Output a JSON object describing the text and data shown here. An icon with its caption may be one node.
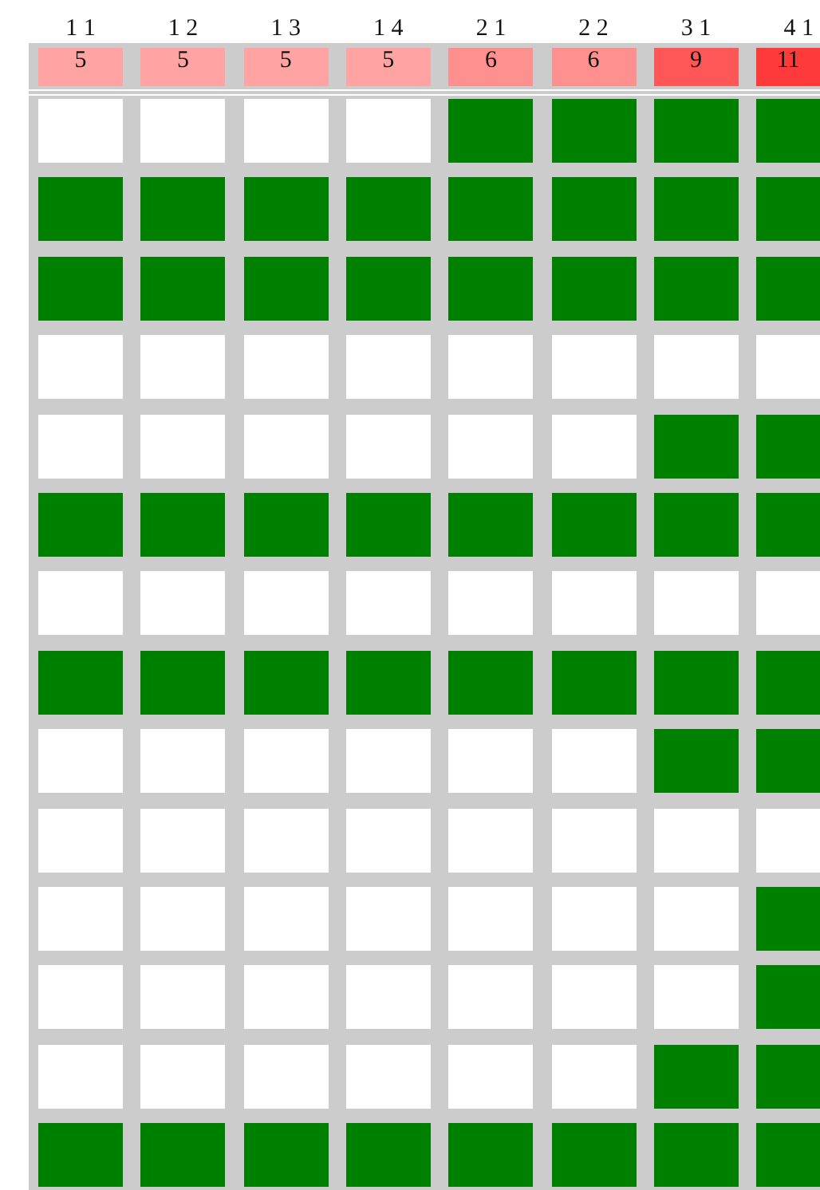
{
  "diagram": {
    "nodes": [
      {
        "text": [
          "5"
        ],
        "beside": [
          "1 1"
        ]
      },
      {
        "text": [
          "5"
        ],
        "beside": [
          "1 2"
        ]
      },
      {
        "text": [
          "5"
        ],
        "beside": [
          "1 3"
        ]
      },
      {
        "text": [
          "5"
        ],
        "beside": [
          "1 4"
        ]
      },
      {
        "text": [
          "6"
        ],
        "beside": [
          "2 1"
        ]
      },
      {
        "text": [
          "6"
        ],
        "beside": [
          "2 2"
        ]
      },
      {
        "text": [
          "9"
        ],
        "beside": [
          "3 1"
        ]
      },
      {
        "text": [
          "11"
        ],
        "beside": [
          "4 1"
        ]
      },
      {
        "text": [],
        "shape": "box"
      },
      {
        "text": [],
        "shape": "box"
      },
      {
        "text": [],
        "shape": "box"
      },
      {
        "text": [],
        "shape": "box"
      },
      {
        "text": [],
        "shape": "box"
      },
      {
        "text": [],
        "shape": "box"
      },
      {
        "text": [],
        "shape": "box"
      },
      {
        "text": [],
        "shape": "box"
      },
      {
        "text": [],
        "shape": "box"
      },
      {
        "text": [],
        "shape": "box"
      },
      {
        "text": [],
        "shape": "box"
      },
      {
        "text": [],
        "shape": "box"
      },
      {
        "text": [],
        "shape": "box"
      },
      {
        "text": [],
        "shape": "box"
      },
      {
        "text": [],
        "shape": "box"
      },
      {
        "text": [],
        "shape": "box"
      },
      {
        "text": [],
        "shape": "box"
      },
      {
        "text": [],
        "shape": "box"
      },
      {
        "text": [],
        "shape": "box"
      },
      {
        "text": [],
        "shape": "box"
      },
      {
        "text": [],
        "shape": "box"
      },
      {
        "text": [],
        "shape": "box"
      },
      {
        "text": [],
        "shape": "box"
      },
      {
        "text": [],
        "shape": "box"
      },
      {
        "text": [],
        "shape": "box"
      },
      {
        "text": [],
        "shape": "box"
      },
      {
        "text": [],
        "shape": "box"
      },
      {
        "text": [],
        "shape": "box"
      },
      {
        "text": [],
        "shape": "box"
      },
      {
        "text": [],
        "shape": "box"
      },
      {
        "text": [],
        "shape": "box"
      },
      {
        "text": [],
        "shape": "box"
      },
      {
        "text": [],
        "shape": "box"
      },
      {
        "text": [],
        "shape": "box"
      },
      {
        "text": [],
        "shape": "box"
      },
      {
        "text": [],
        "shape": "box"
      },
      {
        "text": [],
        "shape": "box"
      },
      {
        "text": [],
        "shape": "box"
      },
      {
        "text": [],
        "shape": "box"
      },
      {
        "text": [],
        "shape": "box"
      },
      {
        "text": [],
        "shape": "box"
      },
      {
        "text": [],
        "shape": "box"
      },
      {
        "text": [],
        "shape": "box"
      },
      {
        "text": [],
        "shape": "box"
      },
      {
        "text": [],
        "shape": "box"
      },
      {
        "text": [],
        "shape": "box"
      },
      {
        "text": [],
        "shape": "box"
      },
      {
        "text": [],
        "shape": "box"
      },
      {
        "text": [],
        "shape": "box"
      },
      {
        "text": [],
        "shape": "box"
      },
      {
        "text": [],
        "shape": "box"
      },
      {
        "text": [],
        "shape": "box"
      },
      {
        "text": [],
        "shape": "box"
      },
      {
        "text": [],
        "shape": "box"
      },
      {
        "text": [],
        "shape": "box"
      },
      {
        "text": [],
        "shape": "box"
      },
      {
        "text": [],
        "shape": "box"
      },
      {
        "text": [],
        "shape": "box"
      },
      {
        "text": [],
        "shape": "box"
      },
      {
        "text": [],
        "shape": "box"
      },
      {
        "text": [],
        "shape": "box"
      },
      {
        "text": [],
        "shape": "box"
      },
      {
        "text": [],
        "shape": "box"
      },
      {
        "text": [],
        "shape": "box"
      },
      {
        "text": [],
        "shape": "box"
      },
      {
        "text": [],
        "shape": "box"
      },
      {
        "text": [],
        "shape": "box"
      },
      {
        "text": [],
        "shape": "box"
      },
      {
        "text": [],
        "shape": "box"
      },
      {
        "text": [],
        "shape": "box"
      },
      {
        "text": [],
        "shape": "box"
      },
      {
        "text": [],
        "shape": "box"
      },
      {
        "text": [],
        "shape": "box"
      },
      {
        "text": [],
        "shape": "box"
      },
      {
        "text": [],
        "shape": "box"
      },
      {
        "text": [],
        "shape": "box"
      },
      {
        "text": [],
        "shape": "box"
      },
      {
        "text": [],
        "shape": "box"
      },
      {
        "text": [],
        "shape": "box"
      },
      {
        "text": [],
        "shape": "box"
      },
      {
        "text": [],
        "shape": "box"
      },
      {
        "text": [],
        "shape": "box"
      },
      {
        "text": [],
        "shape": "box"
      },
      {
        "text": [],
        "shape": "box"
      },
      {
        "text": [],
        "shape": "box"
      },
      {
        "text": [],
        "shape": "box"
      },
      {
        "text": [],
        "shape": "box"
      },
      {
        "text": [],
        "shape": "box"
      },
      {
        "text": [],
        "shape": "box"
      },
      {
        "text": [],
        "shape": "box"
      },
      {
        "text": [],
        "shape": "box"
      },
      {
        "text": [],
        "shape": "box"
      },
      {
        "text": [],
        "shape": "box"
      },
      {
        "text": [],
        "shape": "box"
      },
      {
        "text": [],
        "shape": "box"
      },
      {
        "text": [],
        "shape": "box"
      },
      {
        "text": [],
        "shape": "box"
      },
      {
        "text": [],
        "shape": "box"
      },
      {
        "text": [],
        "shape": "box"
      },
      {
        "text": [],
        "shape": "box"
      },
      {
        "text": [],
        "shape": "box"
      },
      {
        "text": [],
        "shape": "box"
      },
      {
        "text": [],
        "shape": "box"
      },
      {
        "text": [],
        "shape": "box"
      },
      {
        "text": [],
        "shape": "box"
      },
      {
        "text": [],
        "shape": "box"
      },
      {
        "text": [],
        "shape": "box"
      },
      {
        "text": [],
        "shape": "box"
      },
      {
        "text": [],
        "shape": "box"
      },
      {
        "text": [],
        "shape": "box"
      },
      {
        "text": [],
        "shape": "box"
      },
      {
        "text": [],
        "shape": "box"
      }
    ]
  }
}
